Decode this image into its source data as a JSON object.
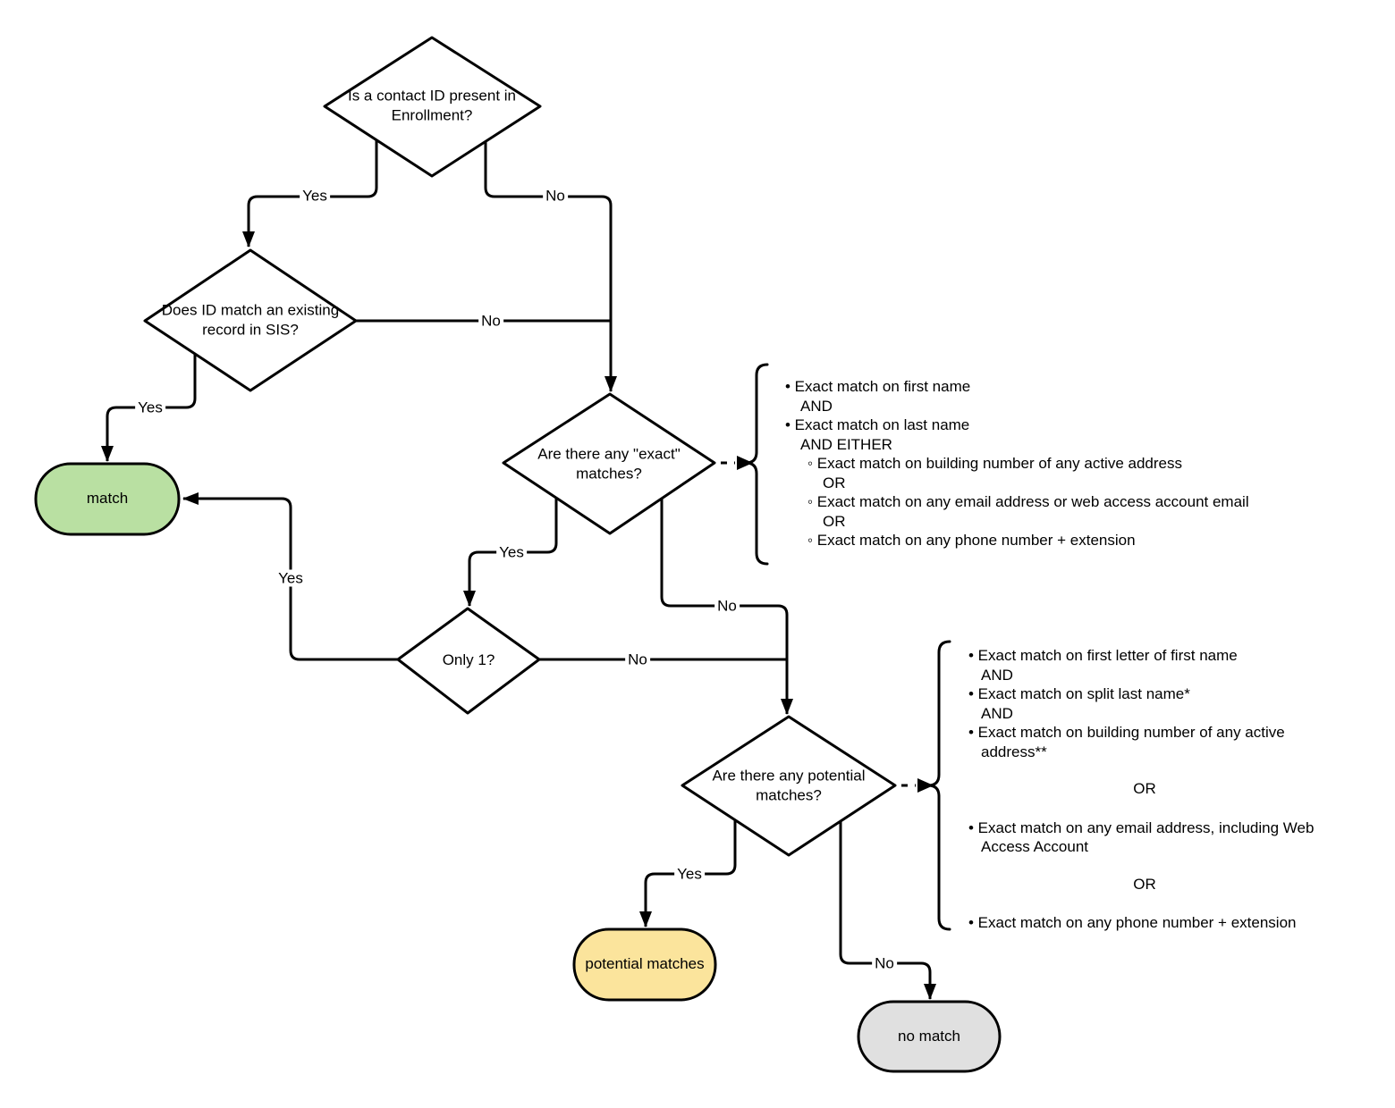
{
  "diagram": {
    "background": "#ffffff",
    "stroke_color": "#000000",
    "decisions": {
      "contact_id": "Is a contact ID present in Enrollment?",
      "id_match_sis": "Does ID match an existing record in SIS?",
      "exact_matches": "Are there any \"exact\" matches?",
      "only_one": "Only 1?",
      "potential_matches": "Are there any potential matches?"
    },
    "terminals": {
      "match": {
        "label": "match",
        "fill": "#b9e0a2"
      },
      "potential_matches": {
        "label": "potential matches",
        "fill": "#fbe49c"
      },
      "no_match": {
        "label": "no match",
        "fill": "#e0e0e0"
      }
    },
    "edge_labels": {
      "contact_yes": "Yes",
      "contact_no": "No",
      "sis_no": "No",
      "sis_yes": "Yes",
      "exact_yes": "Yes",
      "exact_no": "No",
      "only_one_yes": "Yes",
      "only_one_no": "No",
      "potential_yes": "Yes",
      "potential_no": "No"
    },
    "annotations": {
      "exact_criteria": [
        "• Exact match on first name",
        "AND",
        "• Exact match on last name",
        "AND EITHER",
        "◦ Exact match on building number of any active address",
        "OR",
        "◦ Exact match on any email address or web access account email",
        "OR",
        "◦ Exact match on any phone number + extension"
      ],
      "potential_criteria": [
        "• Exact match on first letter of first name",
        "AND",
        "• Exact match on split last name*",
        "AND",
        "• Exact match on building number of any active",
        "address**",
        "OR",
        "• Exact match on any email address, including Web",
        "Access Account",
        "OR",
        "• Exact match on any phone number + extension"
      ]
    }
  }
}
